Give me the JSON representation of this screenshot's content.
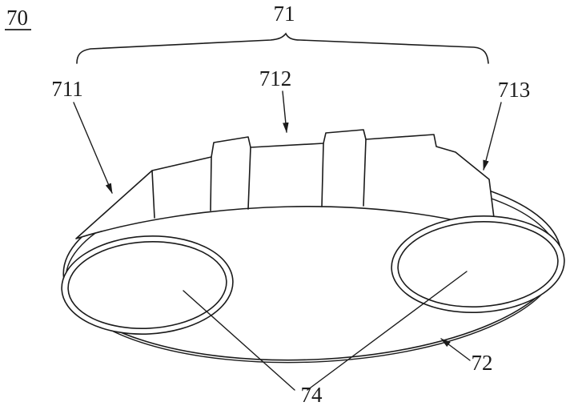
{
  "figure": {
    "background": "#ffffff",
    "ink": "#1b1b1b",
    "labels": {
      "figure_number": "70",
      "group": "71",
      "part_711": "711",
      "part_712": "712",
      "part_713": "713",
      "part_72": "72",
      "part_74": "74"
    }
  }
}
